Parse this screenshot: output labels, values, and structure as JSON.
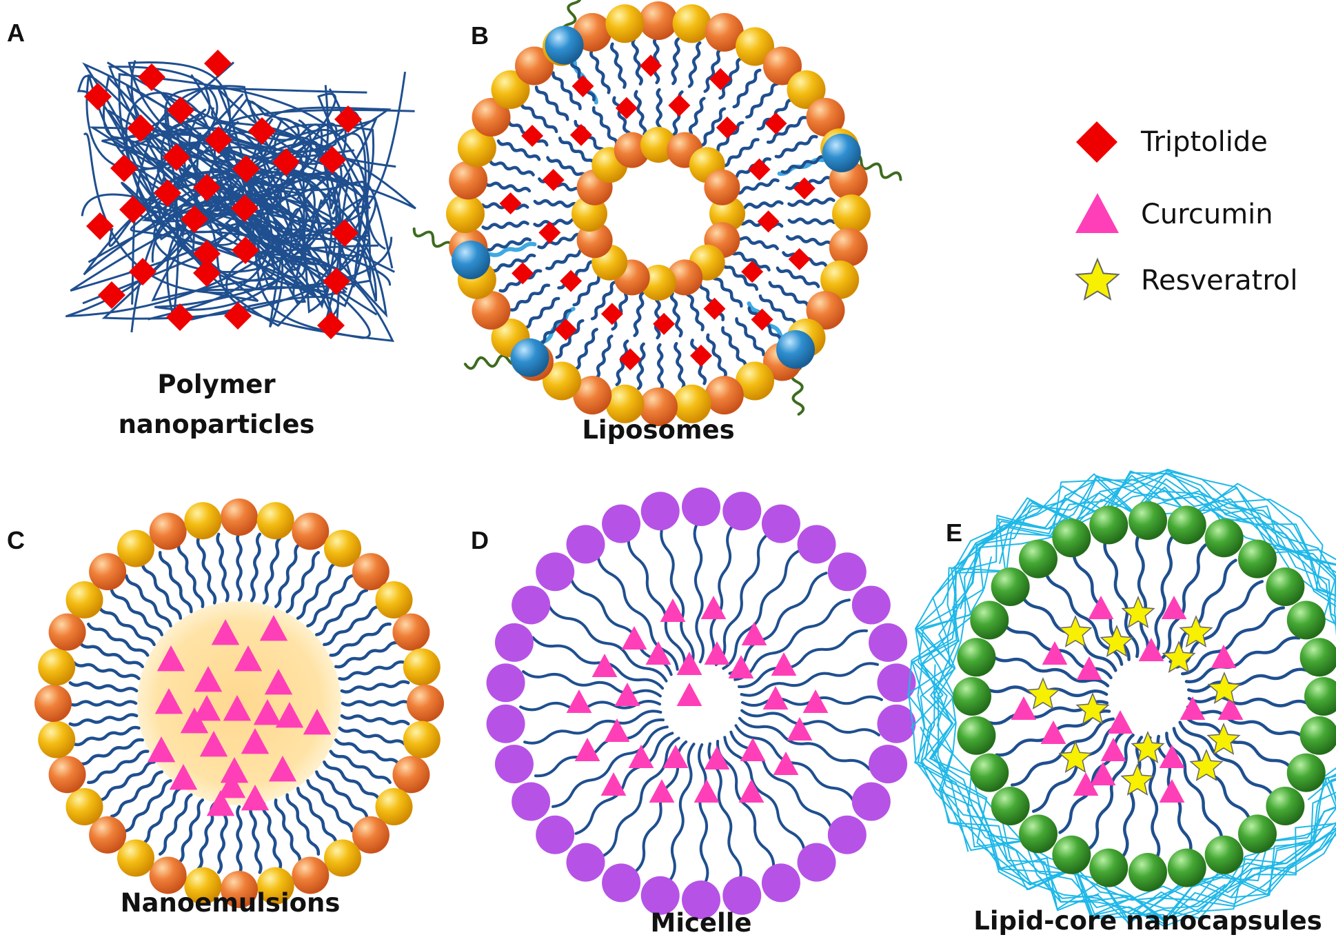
{
  "panels": {
    "a": {
      "letter": "A",
      "caption_line1": "Polymer",
      "caption_line2": "nanoparticles"
    },
    "b": {
      "letter": "B",
      "caption": "Liposomes"
    },
    "c": {
      "letter": "C",
      "caption": "Nanoemulsions"
    },
    "d": {
      "letter": "D",
      "caption": "Micelle"
    },
    "e": {
      "letter": "E",
      "caption": "Lipid-core nanocapsules"
    }
  },
  "legend": {
    "items": [
      {
        "label": "Triptolide",
        "shape": "diamond",
        "color": "#ee0000"
      },
      {
        "label": "Curcumin",
        "shape": "triangle",
        "color": "#ff3fb8"
      },
      {
        "label": "Resveratrol",
        "shape": "star",
        "color": "#f7f000"
      }
    ]
  },
  "colors": {
    "polymer_strand": "#1f4f8f",
    "lipid_tail": "#1f4f8f",
    "head_orange": "#e8702a",
    "head_gold": "#f2b600",
    "head_blue": "#2b86c6",
    "peg_chain": "#3d6b1e",
    "micelle_head": "#b653e6",
    "capsule_head": "#3f9e2f",
    "capsule_shell": "#1fb8e8",
    "oil_core": "#fde3a0"
  }
}
